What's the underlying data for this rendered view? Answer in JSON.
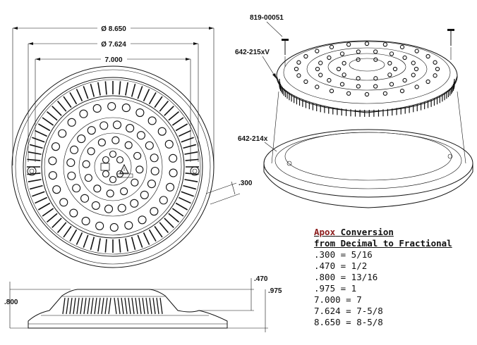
{
  "dimensions": {
    "d_outer": "Ø 8.650",
    "d_middle": "Ø 7.624",
    "d_inner": "7.000",
    "flange": ".300",
    "height_top": ".470",
    "height_mid": ".975",
    "height_left": ".800"
  },
  "parts": {
    "screw": "819-00051",
    "cover": "642-215xV",
    "ring": "642-214x"
  },
  "conversion": {
    "title_word1": "Apox",
    "title_word2": "Conversion",
    "title_line2": "from Decimal to Fractional",
    "rows": [
      ".300 = 5/16",
      ".470 = 1/2",
      ".800 = 13/16",
      ".975 = 1",
      "7.000 = 7",
      "7.624 = 7-5/8",
      "8.650 = 8-5/8"
    ]
  },
  "colors": {
    "line": "#111111",
    "accent": "#8b1a1a"
  }
}
